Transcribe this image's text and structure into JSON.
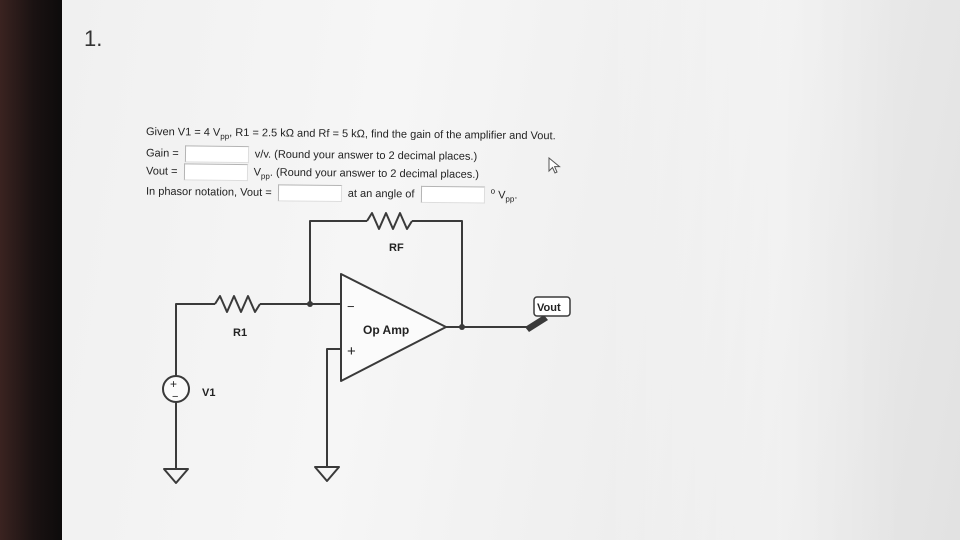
{
  "question_number": "1.",
  "prompt": {
    "given_start": "Given V1 = 4 V",
    "given_sub": "pp",
    "given_rest": ", R1 = 2.5 kΩ and Rf = 5 kΩ, find the gain of the amplifier and Vout."
  },
  "gain_row": {
    "label": "Gain =",
    "value": "",
    "unit_after": "v/v. (Round your answer to 2 decimal places.)"
  },
  "vout_row": {
    "label": "Vout =",
    "value": "",
    "unit_main": "V",
    "unit_sub": "pp",
    "unit_after": ". (Round your answer to 2 decimal places.)"
  },
  "phasor_row": {
    "label": "In phasor notation, Vout =",
    "value": "",
    "angle_label": "at an angle of",
    "angle_value": "",
    "degree_symbol": "o",
    "unit_main": "V",
    "unit_sub": "pp",
    "unit_end": "."
  },
  "circuit": {
    "rf_label": "RF",
    "r1_label": "R1",
    "opamp_label": "Op Amp",
    "minus_sign": "−",
    "plus_sign": "+",
    "v1_label": "V1",
    "source_plus": "+",
    "source_minus": "−",
    "vout_label": "Vout"
  },
  "colors": {
    "screen_bg": "#f3f3f3",
    "wire": "#3a3a3a",
    "text": "#222222",
    "input_border": "#b4b4b4"
  }
}
